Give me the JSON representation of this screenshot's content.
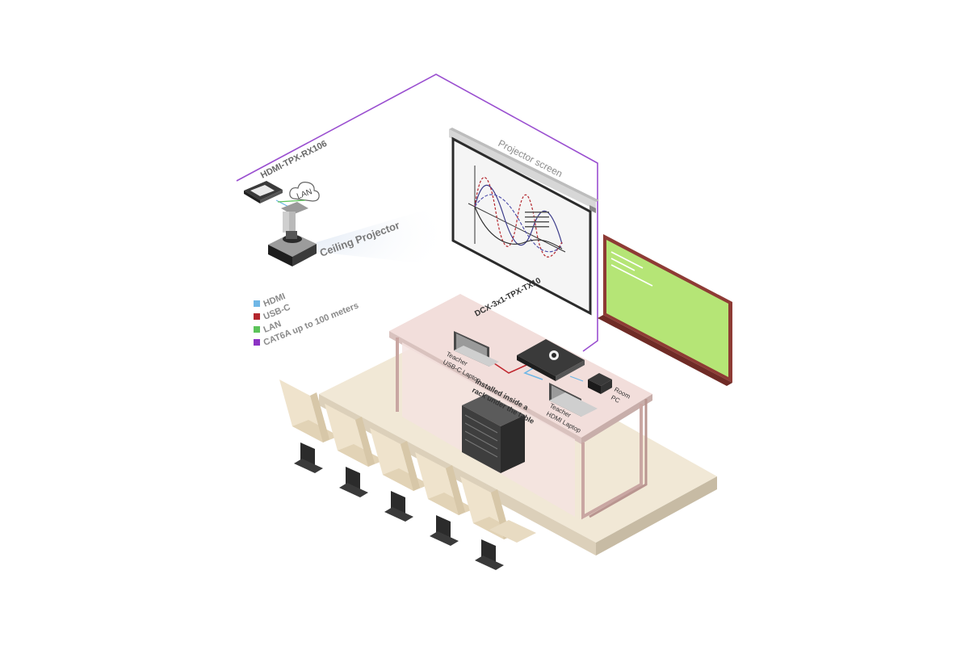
{
  "labels": {
    "receiver": "HDMI-TPX-RX106",
    "lan_cloud": "LAN",
    "projector": "Ceiling Projector",
    "screen": "Projector screen",
    "transmitter": "DCX-3x1-TPX-TX10",
    "teacher_usbc_laptop": [
      "Teacher",
      "USB-C Laptop"
    ],
    "teacher_hdmi_laptop": [
      "Teacher",
      "HDMI Laptop"
    ],
    "room_pc": [
      "Room",
      "PC"
    ],
    "rack_note": [
      "Installed inside a",
      "rack under the table"
    ]
  },
  "legend": [
    {
      "label": "HDMI",
      "color": "#6fb7e6"
    },
    {
      "label": "USB-C",
      "color": "#b3262d"
    },
    {
      "label": "LAN",
      "color": "#5cc35a"
    },
    {
      "label": "CAT6A up to 100 meters",
      "color": "#8c33c4"
    }
  ],
  "colors": {
    "cat6a": "#9a4fd0",
    "usbc": "#c0282f",
    "hdmi": "#6fb7e6",
    "table": "#efd9d6",
    "platform": "#f1e8d6",
    "chalkboard": "#b5e576",
    "chalkboard_frame": "#8e3b35"
  }
}
